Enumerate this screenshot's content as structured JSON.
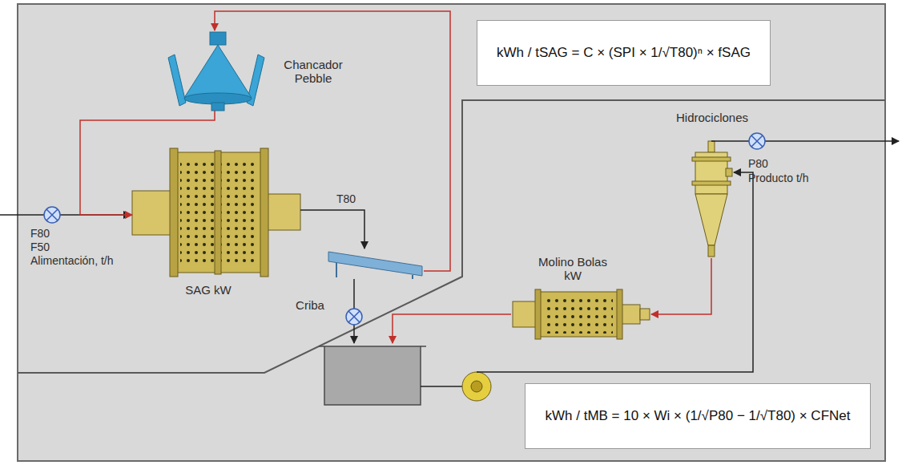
{
  "diagram": {
    "nodes": [
      {
        "text": [
          "kWh / tSAG = C × (SPI × 1/√T80)ⁿ × fSAG"
        ]
      },
      {
        "text": [
          "Chancador Pebble"
        ]
      },
      {
        "text": [
          "Hidrociclones"
        ]
      },
      {
        "text": [
          "SAG kW"
        ]
      },
      {
        "text": [
          "Criba"
        ]
      },
      {
        "text": [
          "Molino Bolas kW"
        ]
      },
      {
        "text": [
          "kWh / tMB = 10 × Wi × (1/√P80 − 1/√T80) × CFNet"
        ]
      }
    ],
    "edges": [
      {
        "from": 3,
        "to": 4,
        "arrow": "to"
      },
      {
        "from": 4,
        "to": 1,
        "arrow": "to"
      },
      {
        "from": 1,
        "to": 3,
        "arrow": "to"
      },
      {
        "from": 2,
        "to": 5,
        "arrow": "to"
      }
    ],
    "labels": [
      "F80",
      "F50",
      "Alimentación, t/h",
      "T80",
      "P80",
      "Producto t/h"
    ]
  }
}
